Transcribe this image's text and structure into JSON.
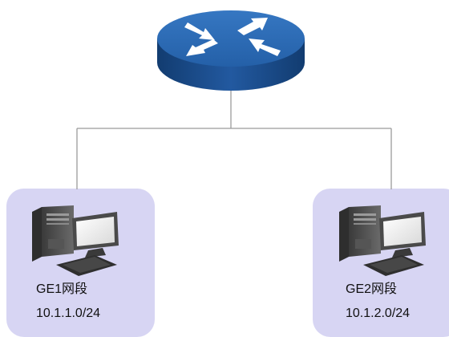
{
  "diagram": {
    "hosts": [
      {
        "segment_name": "GE1网段",
        "subnet": "10.1.1.0/24"
      },
      {
        "segment_name": "GE2网段",
        "subnet": "10.1.2.0/24"
      }
    ],
    "icons": {
      "router": "router-icon",
      "host": "desktop-computer-icon"
    },
    "colors": {
      "card_fill": "#d7d5f3",
      "link_line": "#9a9a9a",
      "router_top": "#2a64a8",
      "router_side": "#1b4b87"
    }
  }
}
